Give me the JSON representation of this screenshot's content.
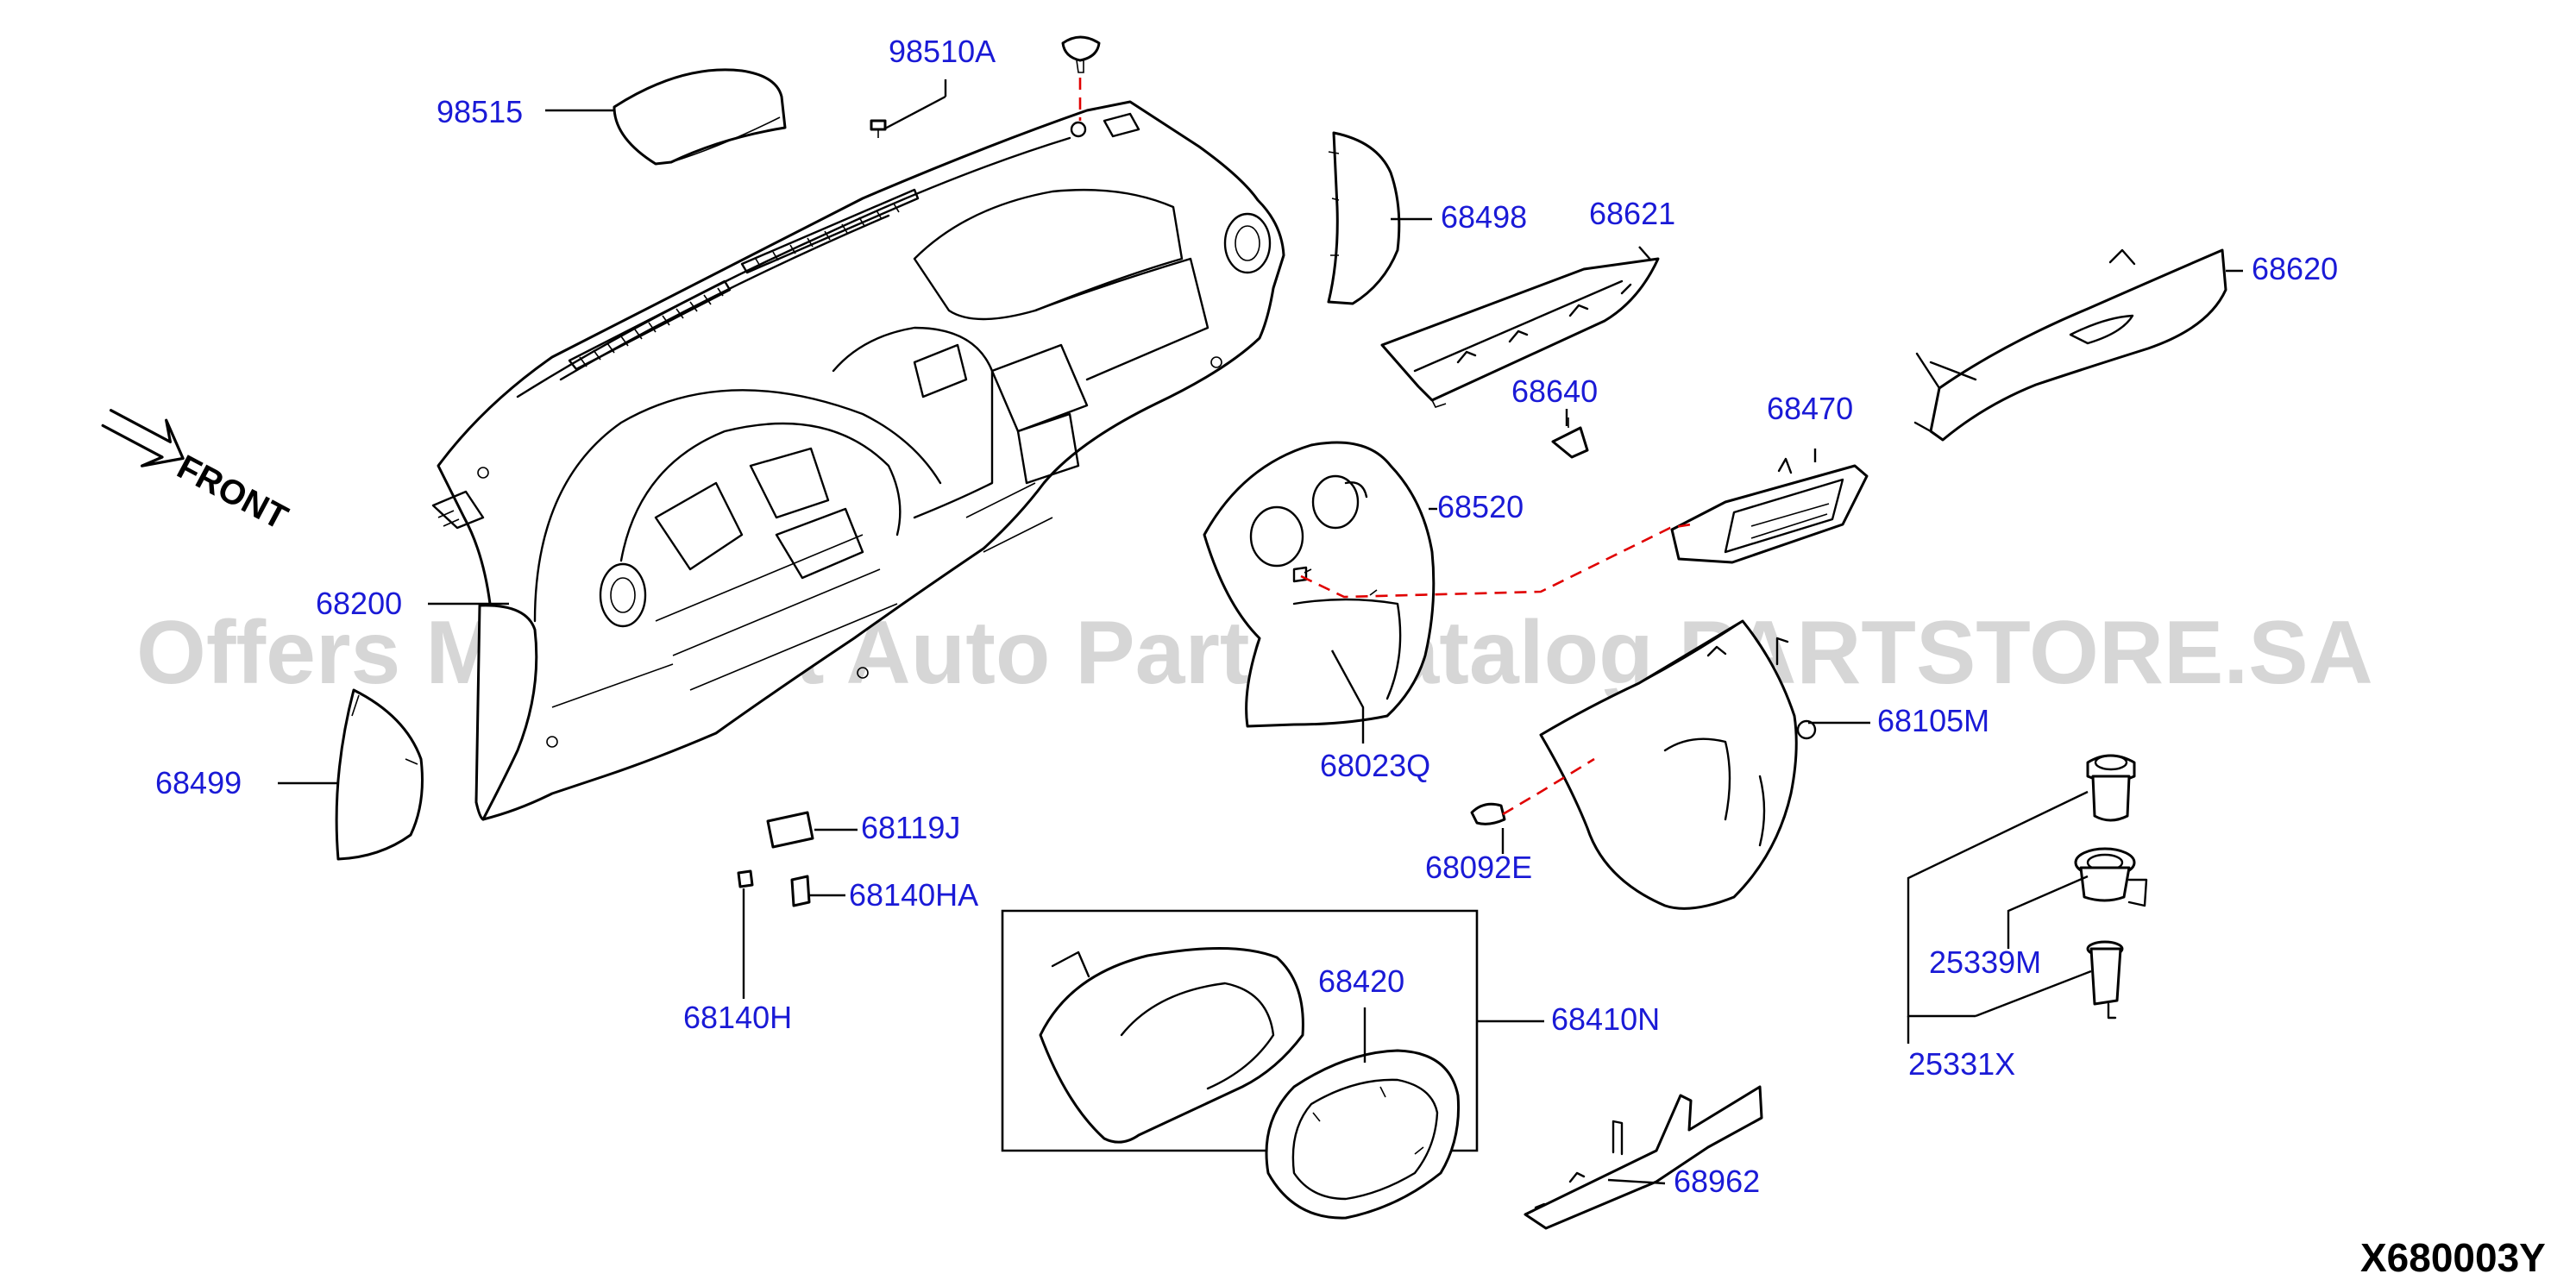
{
  "diagram": {
    "code": "X680003Y",
    "front_label": "FRONT",
    "watermark": "Offers Merchant Auto Parts Catalog PARTSTORE.SA",
    "part_numbers": {
      "p98510A": "98510A",
      "p98515": "98515",
      "p68498": "68498",
      "p68621": "68621",
      "p68620": "68620",
      "p68640": "68640",
      "p68470": "68470",
      "p68520": "68520",
      "p68200": "68200",
      "p68499": "68499",
      "p68023Q": "68023Q",
      "p68105M": "68105M",
      "p68119J": "68119J",
      "p68140HA": "68140HA",
      "p68092E": "68092E",
      "p68140H": "68140H",
      "p68420": "68420",
      "p68410N": "68410N",
      "p25339M": "25339M",
      "p25331X": "25331X",
      "p68962": "68962"
    }
  }
}
